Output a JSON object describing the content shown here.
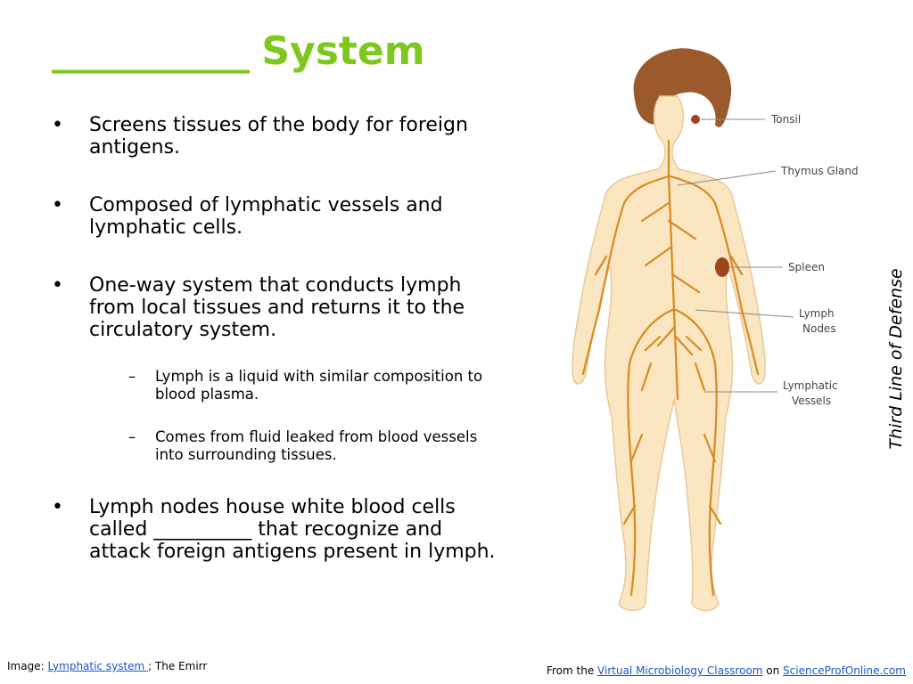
{
  "slide": {
    "title_blank": "___________",
    "title_word": "System",
    "bullets": [
      {
        "text": "Screens tissues of the body for foreign antigens."
      },
      {
        "text": "Composed of lymphatic vessels and lymphatic cells."
      },
      {
        "text": "One-way system that conducts lymph from local tissues and returns it to the circulatory system."
      }
    ],
    "sub_bullets": [
      {
        "text": "Lymph is a liquid with similar composition to blood plasma."
      },
      {
        "text": "Comes from fluid leaked from blood vessels into surrounding tissues."
      }
    ],
    "last_bullet": "Lymph nodes house white blood cells called __________ that recognize and attack foreign antigens present in lymph.",
    "side_label": "Third Line of Defense",
    "bullet_symbol": "•",
    "dash_symbol": "–"
  },
  "diagram": {
    "labels": {
      "tonsil": "Tonsil",
      "thymus": "Thymus Gland",
      "spleen": "Spleen",
      "lymph_nodes_1": "Lymph",
      "lymph_nodes_2": "Nodes",
      "vessels_1": "Lymphatic",
      "vessels_2": "Vessels"
    },
    "colors": {
      "skin": "#fbe6c2",
      "outline": "#e8c99a",
      "hair": "#9a5a2c",
      "vessels": "#d98a1f",
      "organ": "#a0441a",
      "leader": "#888888"
    }
  },
  "footer": {
    "image_prefix": "Image: ",
    "image_link": "Lymphatic  system ",
    "image_suffix": "; The Emirr",
    "from_prefix": "From the  ",
    "from_link": "Virtual Microbiology Classroom",
    "from_on": " on ",
    "site_link": "ScienceProfOnline.com"
  },
  "theme": {
    "title_color": "#7ec81e",
    "link_color": "#1a55cc"
  }
}
